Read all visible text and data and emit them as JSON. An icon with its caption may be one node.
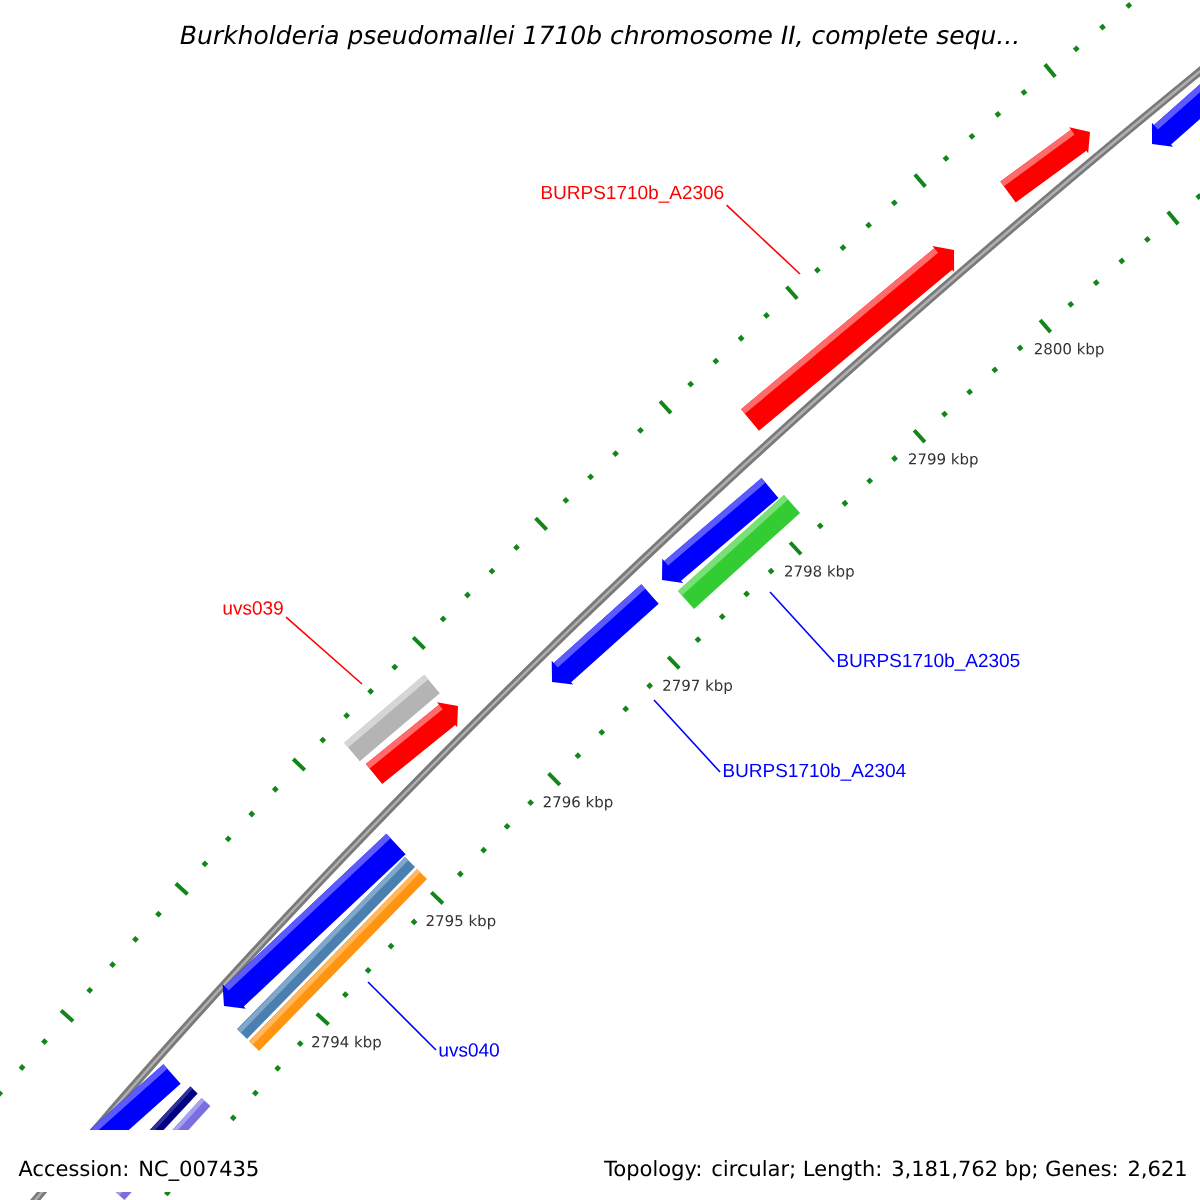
{
  "diagram": {
    "title": "Burkholderia pseudomallei 1710b chromosome II, complete sequ...",
    "nodes": [
      {
        "text": [
          "BURPS1710b_A2306"
        ]
      },
      {
        "text": [],
        "shape": "bar"
      },
      {
        "text": [
          "uvs039"
        ]
      },
      {
        "text": [],
        "shape": "bar"
      },
      {
        "text": [
          "BURPS1710b_A2305"
        ]
      },
      {
        "text": [],
        "shape": "bar"
      },
      {
        "text": [
          "BURPS1710b_A2304"
        ]
      },
      {
        "text": [],
        "shape": "bar"
      },
      {
        "text": [
          "uvs040"
        ]
      },
      {
        "text": [],
        "shape": "bar"
      }
    ],
    "edges": [
      {
        "from": 0,
        "to": 1,
        "arrow": "none",
        "color": "#ff0000"
      },
      {
        "from": 2,
        "to": 3,
        "arrow": "none",
        "color": "#ff0000"
      },
      {
        "from": 4,
        "to": 5,
        "arrow": "none"
      },
      {
        "from": 6,
        "to": 7,
        "arrow": "none"
      },
      {
        "from": 8,
        "to": 9,
        "arrow": "none"
      }
    ],
    "labels": [
      "2800 kbp",
      "2799 kbp",
      "2798 kbp",
      "2797 kbp",
      "2796 kbp",
      "2795 kbp",
      "2794 kbp",
      "Accession: NC_007435",
      "Topology: circular; Length: 3,181,762 bp; Genes: 2,621"
    ]
  }
}
